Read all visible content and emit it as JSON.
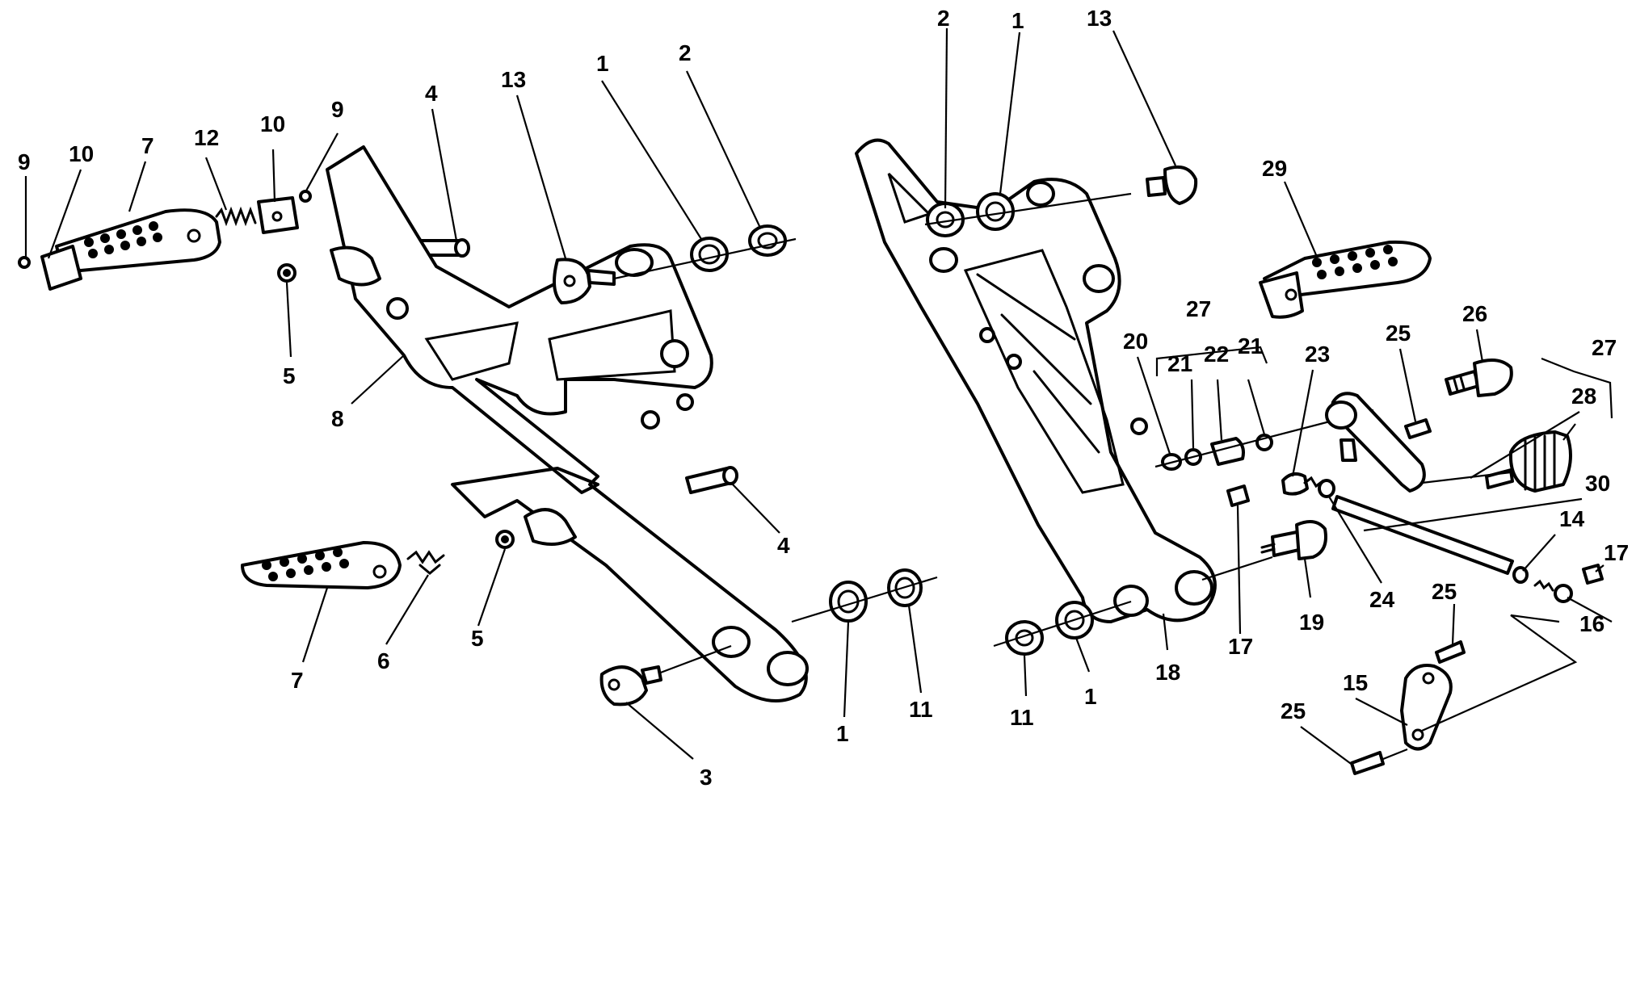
{
  "diagram": {
    "left_assembly": {
      "labels": [
        "9",
        "10",
        "7",
        "12",
        "10",
        "9",
        "4",
        "13",
        "1",
        "2",
        "5",
        "8",
        "4",
        "7",
        "6",
        "5",
        "1",
        "11",
        "3"
      ]
    },
    "right_assembly": {
      "labels": [
        "2",
        "1",
        "13",
        "29",
        "27",
        "20",
        "21",
        "22",
        "21",
        "23",
        "25",
        "26",
        "27",
        "28",
        "30",
        "14",
        "17",
        "16",
        "17",
        "19",
        "24",
        "25",
        "15",
        "25",
        "18",
        "11",
        "1"
      ]
    }
  }
}
